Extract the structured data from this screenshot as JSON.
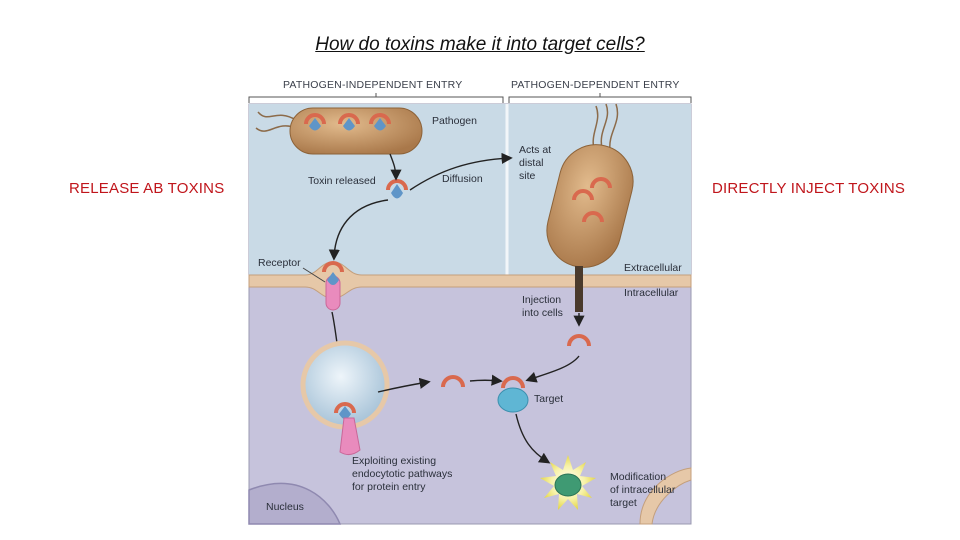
{
  "title": "How do toxins make it into target cells?",
  "side_labels": {
    "left": "RELEASE AB TOXINS",
    "right": "DIRECTLY INJECT TOXINS"
  },
  "diagram": {
    "headers": {
      "independent": "PATHOGEN-INDEPENDENT ENTRY",
      "dependent": "PATHOGEN-DEPENDENT ENTRY"
    },
    "labels": {
      "pathogen": "Pathogen",
      "toxin_released": "Toxin released",
      "diffusion": "Diffusion",
      "acts_at_distal_site": [
        "Acts at",
        "distal",
        "site"
      ],
      "receptor": "Receptor",
      "extracellular": "Extracellular",
      "intracellular": "Intracellular",
      "injection": [
        "Injection",
        "into cells"
      ],
      "target": "Target",
      "exploiting": [
        "Exploiting existing",
        "endocytotic pathways",
        "for protein entry"
      ],
      "modification": [
        "Modification",
        "of intracellular",
        "target"
      ],
      "nucleus": "Nucleus"
    },
    "colors": {
      "extracellular_bg": "#c9dae6",
      "intracellular_bg": "#c6c3dc",
      "membrane": "#e6c8a8",
      "bacterium": "#b98958",
      "toxin_arc": "#d9694e",
      "toxin_drop": "#5f95c8",
      "receptor": "#e98bbd",
      "target": "#5fb6d4"
    }
  }
}
